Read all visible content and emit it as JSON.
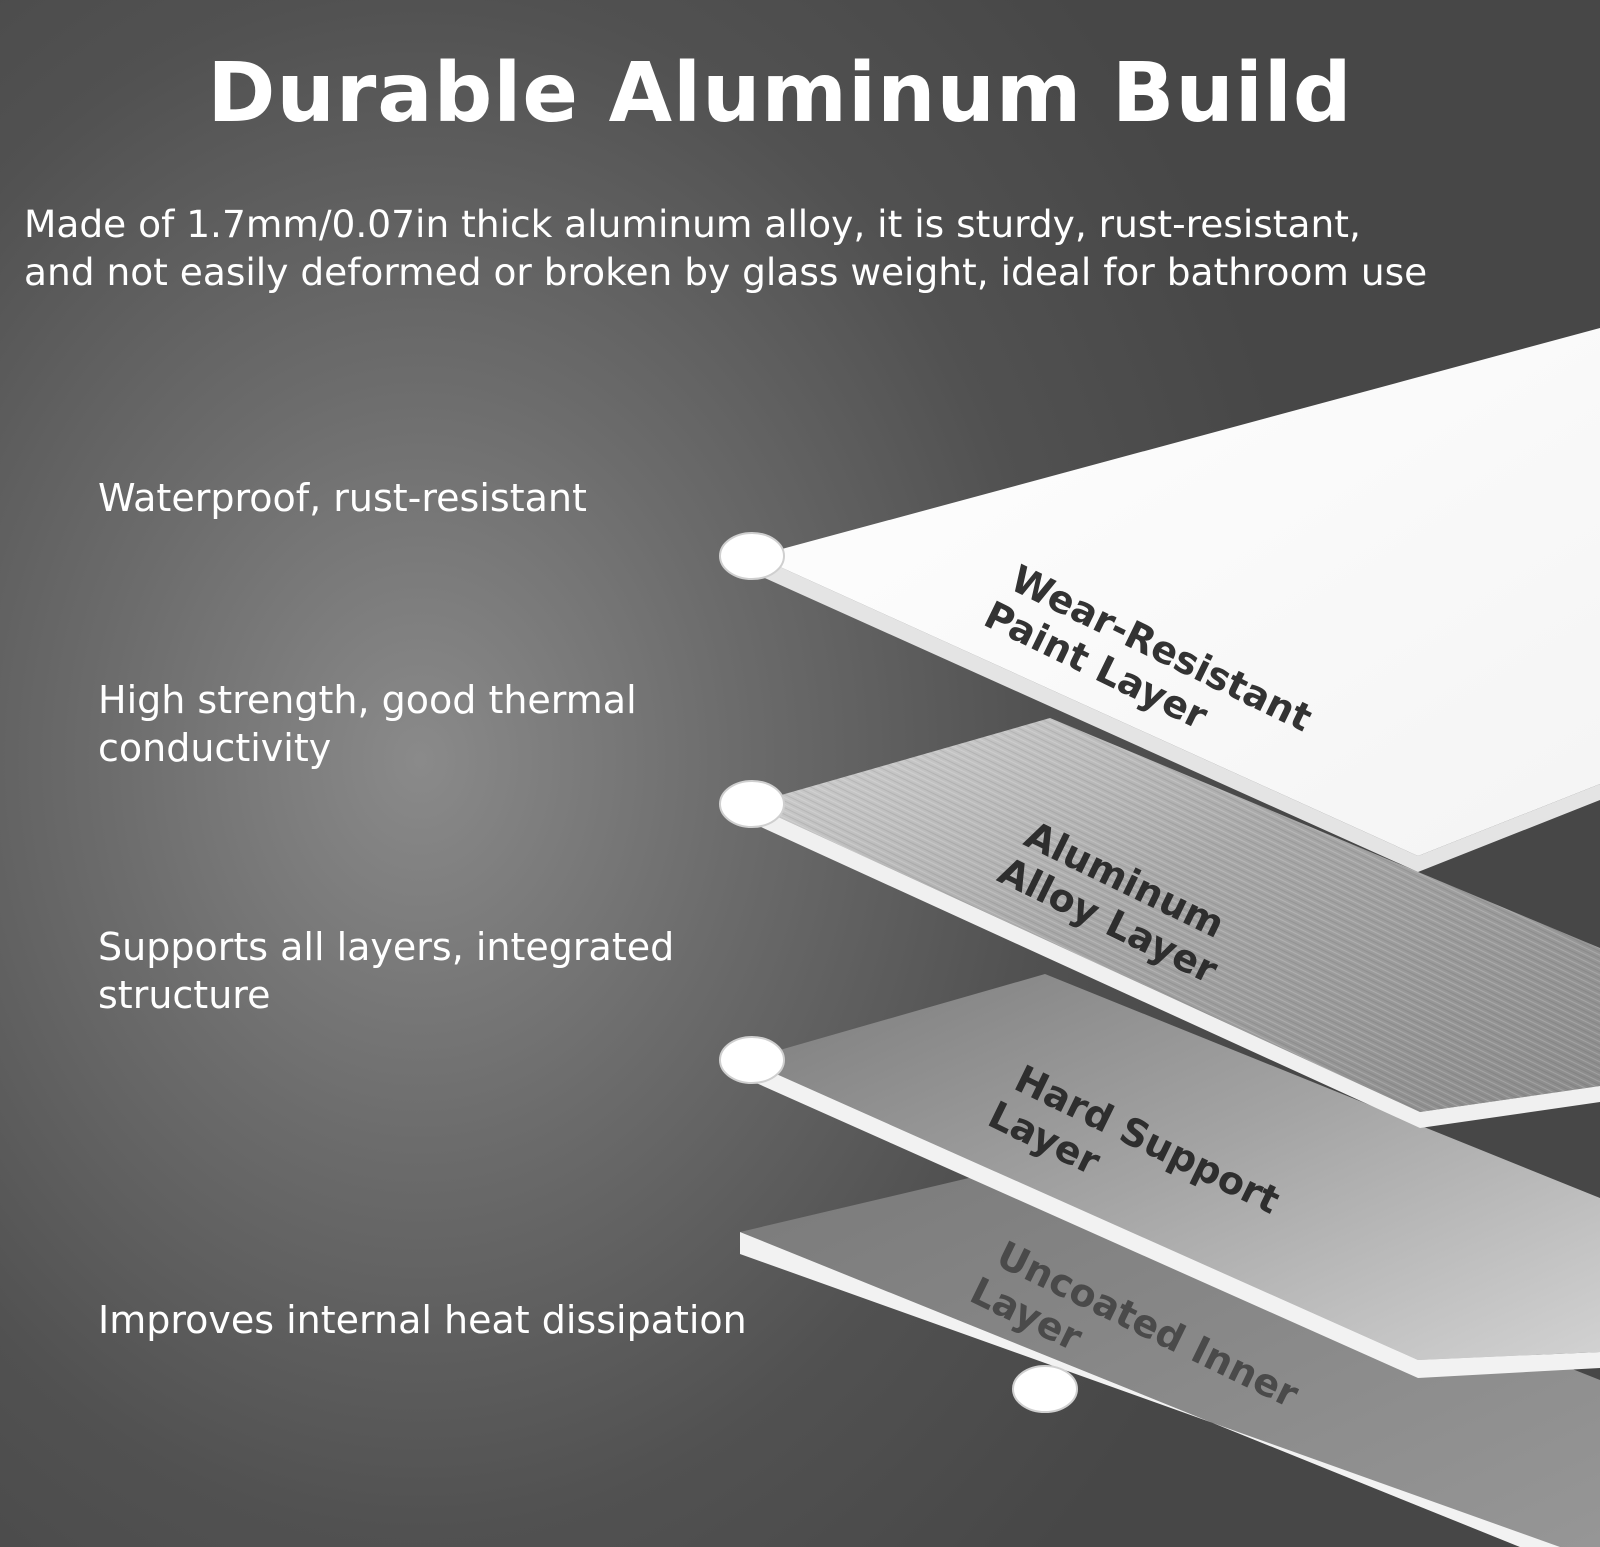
{
  "title": "Durable Aluminum Build",
  "subtitle": {
    "line1": "Made of 1.7mm/0.07in thick aluminum alloy, it is sturdy, rust-resistant,",
    "line2": "and not easily deformed or broken by glass weight, ideal for bathroom use"
  },
  "features": [
    {
      "lines": [
        "Waterproof, rust-resistant"
      ]
    },
    {
      "lines": [
        "High strength, good thermal",
        "conductivity"
      ]
    },
    {
      "lines": [
        "Supports all layers, integrated",
        "structure"
      ]
    },
    {
      "lines": [
        "Improves internal heat dissipation"
      ]
    }
  ],
  "layers": [
    {
      "lines": [
        "Wear-Resistant",
        "Paint Layer"
      ],
      "face_color": "#ffffff",
      "label_color": "#333333"
    },
    {
      "lines": [
        "Aluminum",
        "Alloy Layer"
      ],
      "face_color": "#9c9c9c",
      "label_color": "#2e2e2e"
    },
    {
      "lines": [
        "Hard Support",
        "Layer"
      ],
      "face_color": "#8a8a8a",
      "label_color": "#2e2e2e"
    },
    {
      "lines": [
        "Uncoated Inner",
        "Layer"
      ],
      "face_color": "#868686",
      "label_color": "#4a4a4a"
    }
  ],
  "colors": {
    "text": "#ffffff",
    "edge": "#f2f2f2"
  }
}
